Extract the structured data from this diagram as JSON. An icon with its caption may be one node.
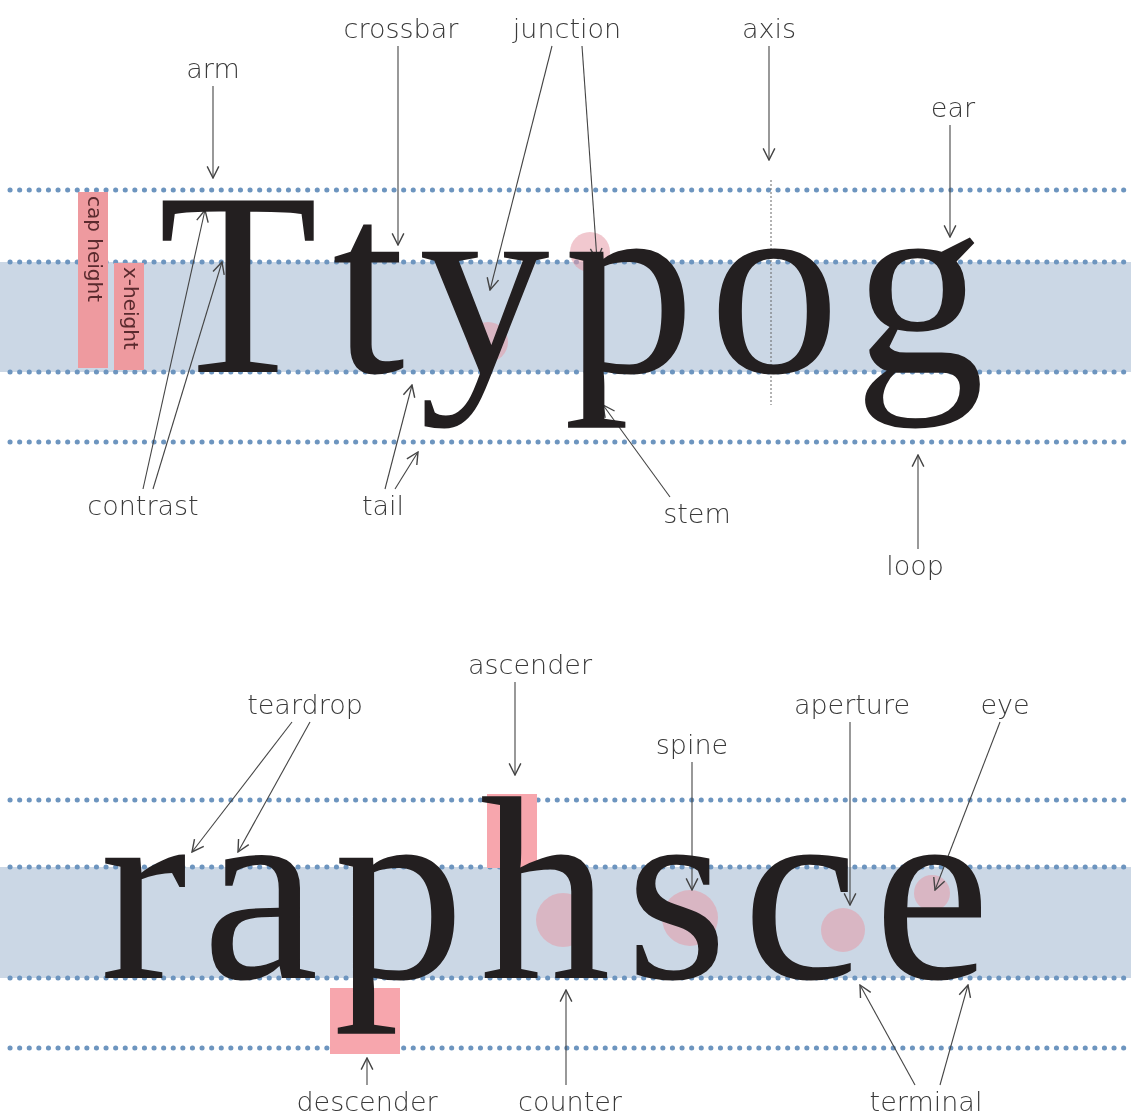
{
  "diagram": {
    "nodes": [
      {
        "text": [
          "crossbar"
        ]
      },
      {
        "text": [
          "junction"
        ]
      },
      {
        "text": [
          "axis"
        ]
      },
      {
        "text": [
          "arm"
        ]
      },
      {
        "text": [
          "ear"
        ]
      },
      {
        "text": [
          "cap height"
        ]
      },
      {
        "text": [
          "x-height"
        ]
      },
      {
        "text": [
          "contrast"
        ]
      },
      {
        "text": [
          "tail"
        ]
      },
      {
        "text": [
          "stem"
        ]
      },
      {
        "text": [
          "loop"
        ]
      },
      {
        "text": [
          "ascender"
        ]
      },
      {
        "text": [
          "teardrop"
        ]
      },
      {
        "text": [
          "aperture"
        ]
      },
      {
        "text": [
          "eye"
        ]
      },
      {
        "text": [
          "spine"
        ]
      },
      {
        "text": [
          "descender"
        ]
      },
      {
        "text": [
          "counter"
        ]
      },
      {
        "text": [
          "terminal"
        ]
      },
      {
        "text": [
          "Ttypog"
        ]
      },
      {
        "text": [
          "raphsce"
        ]
      }
    ],
    "edges": [
      {
        "from": 0,
        "to": 19,
        "arrow": "to"
      },
      {
        "from": 1,
        "to": 19,
        "arrow": "to"
      },
      {
        "from": 1,
        "to": 19,
        "arrow": "to"
      },
      {
        "from": 2,
        "to": 19,
        "arrow": "to"
      },
      {
        "from": 3,
        "to": 19,
        "arrow": "to"
      },
      {
        "from": 4,
        "to": 19,
        "arrow": "to"
      },
      {
        "from": 7,
        "to": 19,
        "arrow": "to"
      },
      {
        "from": 7,
        "to": 19,
        "arrow": "to"
      },
      {
        "from": 8,
        "to": 19,
        "arrow": "to"
      },
      {
        "from": 8,
        "to": 19,
        "arrow": "to"
      },
      {
        "from": 9,
        "to": 19,
        "arrow": "to"
      },
      {
        "from": 10,
        "to": 19,
        "arrow": "to"
      },
      {
        "from": 11,
        "to": 20,
        "arrow": "to"
      },
      {
        "from": 12,
        "to": 20,
        "arrow": "to"
      },
      {
        "from": 12,
        "to": 20,
        "arrow": "to"
      },
      {
        "from": 13,
        "to": 20,
        "arrow": "to"
      },
      {
        "from": 14,
        "to": 20,
        "arrow": "to"
      },
      {
        "from": 15,
        "to": 20,
        "arrow": "to"
      },
      {
        "from": 16,
        "to": 20,
        "arrow": "to"
      },
      {
        "from": 17,
        "to": 20,
        "arrow": "to"
      },
      {
        "from": 18,
        "to": 20,
        "arrow": "to"
      },
      {
        "from": 18,
        "to": 20,
        "arrow": "to"
      }
    ]
  }
}
